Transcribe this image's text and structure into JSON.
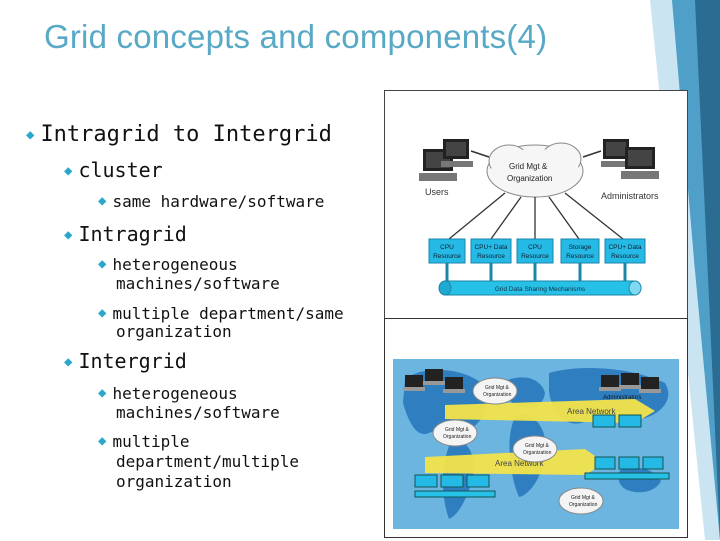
{
  "slide": {
    "title": "Grid concepts and components(4)"
  },
  "bullets": {
    "b1": "Intragrid to Intergrid",
    "b1_1": "cluster",
    "b1_1_1": "same hardware/software",
    "b1_2": "Intragrid",
    "b1_2_1a": "heterogeneous",
    "b1_2_1b": "machines/software",
    "b1_2_2a": "multiple department/same",
    "b1_2_2b": "organization",
    "b1_3": "Intergrid",
    "b1_3_1a": "heterogeneous",
    "b1_3_1b": "machines/software",
    "b1_3_2a": "multiple",
    "b1_3_2b": "department/multiple",
    "b1_3_2c": "organization"
  },
  "diagram_top": {
    "cloud_label_1": "Grid Mgt &",
    "cloud_label_2": "Organization",
    "users": "Users",
    "administrators": "Administrators",
    "resources": [
      [
        "CPU",
        "Resource"
      ],
      [
        "CPU+ Data",
        "Resource"
      ],
      [
        "CPU",
        "Resource"
      ],
      [
        "Storage",
        "Resource"
      ],
      [
        "CPU+ Data",
        "Resource"
      ]
    ],
    "bus_label": "Grid Data Sharing Mechanisms"
  },
  "diagram_bottom": {
    "cloud1_a": "Grid Mgt &",
    "cloud1_b": "Organization",
    "cloud2_a": "Grid Mgt &",
    "cloud2_b": "Organization",
    "cloud3_a": "Grid Mgt &",
    "cloud3_b": "Organization",
    "cloud4_a": "Grid Mgt &",
    "cloud4_b": "Organization",
    "area_network_1": "Area Network",
    "area_network_2": "Area Network",
    "admin_label": "Administrators"
  },
  "colors": {
    "title": "#57a9c6",
    "bullet_marker": "#2aa7c9",
    "deco_dark": "#2b6c93",
    "deco_light": "#4f9fc9",
    "resource_fill": "#25b9e6",
    "bus_fill": "#27c1e8",
    "map_water": "#6cb5e0",
    "map_land": "#2f7fc0",
    "area_network": "#f2e44a"
  },
  "icons": [
    "diamond-bullet-icon",
    "monitor-icon",
    "cloud-icon"
  ]
}
